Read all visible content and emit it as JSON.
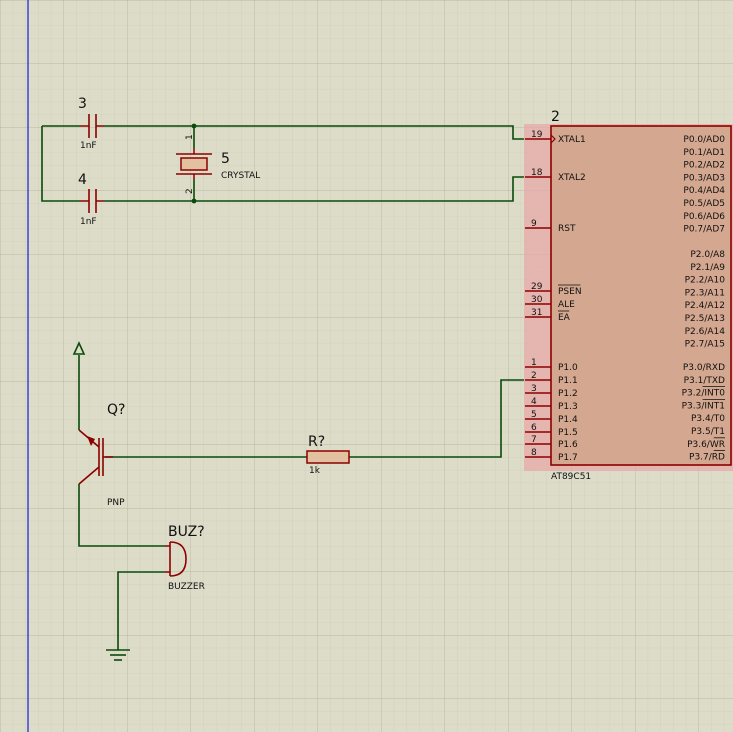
{
  "capacitor_top": {
    "ref": "3",
    "value": "1nF"
  },
  "capacitor_bottom": {
    "ref": "4",
    "value": "1nF"
  },
  "crystal": {
    "ref": "5",
    "value": "CRYSTAL",
    "pin1": "1",
    "pin2": "2"
  },
  "mcu": {
    "ref": "2",
    "part": "AT89C51",
    "left_pins": [
      {
        "num": "19",
        "name": "XTAL1"
      },
      {
        "num": "18",
        "name": "XTAL2"
      },
      {
        "num": "9",
        "name": "RST"
      },
      {
        "num": "29",
        "name": "PSEN"
      },
      {
        "num": "30",
        "name": "ALE"
      },
      {
        "num": "31",
        "name": "EA"
      },
      {
        "num": "1",
        "name": "P1.0"
      },
      {
        "num": "2",
        "name": "P1.1"
      },
      {
        "num": "3",
        "name": "P1.2"
      },
      {
        "num": "4",
        "name": "P1.3"
      },
      {
        "num": "5",
        "name": "P1.4"
      },
      {
        "num": "6",
        "name": "P1.5"
      },
      {
        "num": "7",
        "name": "P1.6"
      },
      {
        "num": "8",
        "name": "P1.7"
      }
    ],
    "right_pins": [
      "P0.0/AD0",
      "P0.1/AD1",
      "P0.2/AD2",
      "P0.3/AD3",
      "P0.4/AD4",
      "P0.5/AD5",
      "P0.6/AD6",
      "P0.7/AD7",
      "P2.0/A8",
      "P2.1/A9",
      "P2.2/A10",
      "P2.3/A11",
      "P2.4/A12",
      "P2.5/A13",
      "P2.6/A14",
      "P2.7/A15",
      "P3.0/RXD",
      "P3.1/TXD",
      "P3.2/INT0",
      "P3.3/INT1",
      "P3.4/T0",
      "P3.5/T1",
      "P3.6/WR",
      "P3.7/RD"
    ]
  },
  "transistor": {
    "ref": "Q?",
    "type": "PNP"
  },
  "resistor": {
    "ref": "R?",
    "value": "1k"
  },
  "buzzer": {
    "ref": "BUZ?",
    "value": "BUZZER"
  }
}
